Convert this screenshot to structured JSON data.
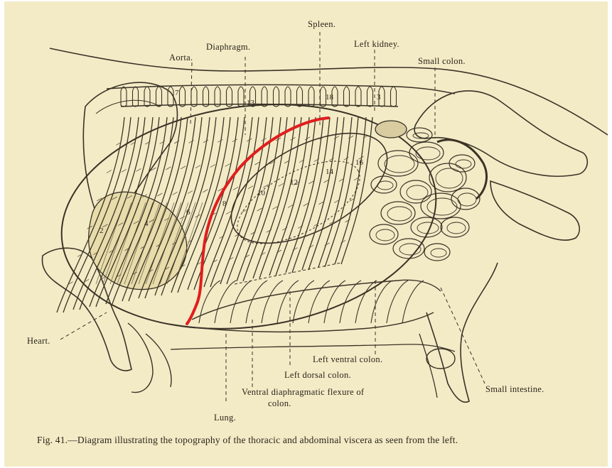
{
  "colors": {
    "paper": "#f3ebc6",
    "paper_edge": "#efe3b4",
    "ink": "#3a3226",
    "overlay_line": "#e01e1e",
    "background": "#ffffff"
  },
  "labels": {
    "spleen": "Spleen.",
    "diaphragm": "Diaphragm.",
    "aorta": "Aorta.",
    "left_kidney": "Left kidney.",
    "small_colon": "Small colon.",
    "heart": "Heart.",
    "left_ventral_colon": "Left ventral colon.",
    "left_dorsal_colon": "Left dorsal colon.",
    "ventral_flexure_line1": "Ventral diaphragmatic flexure of",
    "ventral_flexure_line2": "colon.",
    "lung": "Lung.",
    "small_intestine": "Small intestine."
  },
  "rib_numbers": {
    "n2": "2",
    "n3": "3",
    "n4": "4",
    "n6": "6",
    "n7": "7",
    "n8": "8",
    "n10": "10",
    "n12": "12",
    "n13": "13",
    "n14": "14",
    "n16": "16",
    "n18": "18"
  },
  "caption": {
    "prefix": "Fig. 41.",
    "text": "—Diagram illustrating the topography of the thoracic and abdominal viscera as seen from the left."
  }
}
